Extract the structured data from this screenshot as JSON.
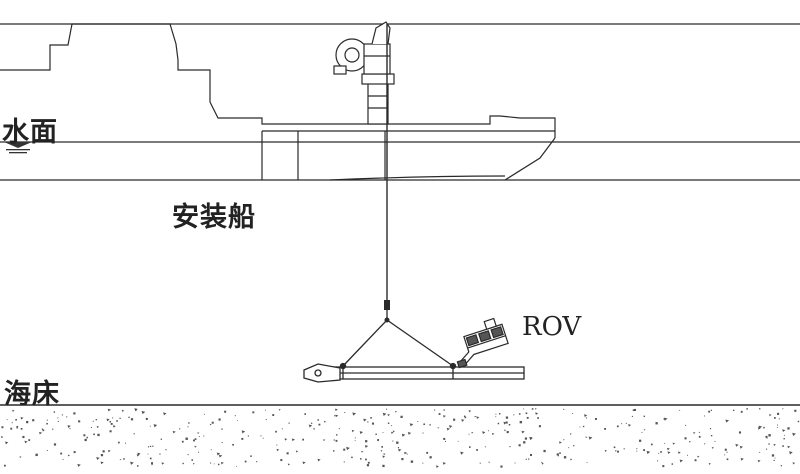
{
  "labels": {
    "water_surface": "水面",
    "install_vessel": "安装船",
    "seabed": "海床",
    "rov": "ROV"
  },
  "colors": {
    "line": "#2a2a2a",
    "background": "#ffffff",
    "sediment": "#555555"
  }
}
